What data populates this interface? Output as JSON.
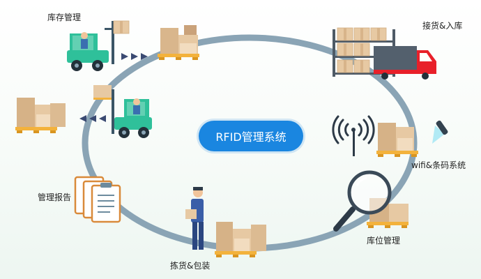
{
  "diagram": {
    "center_label": "RFID管理系统",
    "stages": [
      {
        "id": "inventory",
        "label": "库存管理"
      },
      {
        "id": "receiving",
        "label": "接货&入库"
      },
      {
        "id": "wifi-barcode",
        "label": "wifi&条码系统"
      },
      {
        "id": "location",
        "label": "库位管理"
      },
      {
        "id": "picking",
        "label": "拣货&包装"
      },
      {
        "id": "report",
        "label": "管理报告"
      }
    ]
  },
  "colors": {
    "loop": "#8aa4b5",
    "center": "#1a86e0",
    "forklift": "#2fc09a",
    "truck": "#e8202a",
    "box": "#e2c49f",
    "pallet": "#f3b23c",
    "arrow": "#3a4a72"
  },
  "icons": [
    "forklift-icon",
    "truck-icon",
    "shelf-icon",
    "box-stack-icon",
    "rfid-signal-icon",
    "barcode-scanner-icon",
    "magnifier-icon",
    "report-documents-icon",
    "worker-icon",
    "flow-arrow-icon"
  ]
}
